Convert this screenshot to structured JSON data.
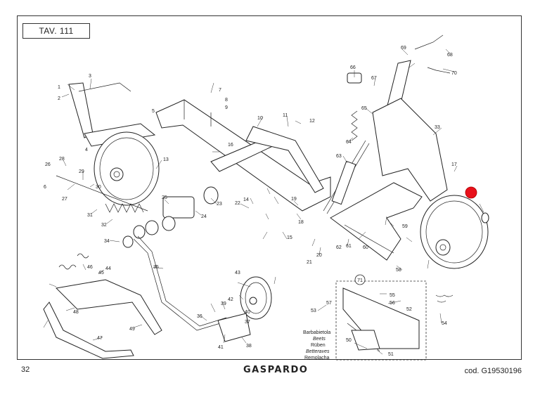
{
  "header": {
    "table_label": "TAV. 111"
  },
  "footer": {
    "page_number": "32",
    "brand": "GASPARDO",
    "code": "cod.  G19530196"
  },
  "callouts": [
    "1",
    "2",
    "3",
    "4",
    "5",
    "6",
    "7",
    "8",
    "9",
    "10",
    "11",
    "12",
    "13",
    "16",
    "17",
    "19",
    "20",
    "21",
    "22",
    "23",
    "24",
    "25",
    "26",
    "27",
    "28",
    "29",
    "30",
    "31",
    "32",
    "33",
    "34",
    "35",
    "36",
    "37",
    "38",
    "39",
    "40",
    "41",
    "42",
    "43",
    "44",
    "45",
    "46",
    "47",
    "48",
    "49",
    "50",
    "51",
    "52",
    "53",
    "54",
    "55",
    "56",
    "57",
    "58",
    "59",
    "60",
    "61",
    "62",
    "63",
    "64",
    "65",
    "66",
    "67",
    "68",
    "69",
    "70",
    "71",
    "14",
    "15",
    "18"
  ],
  "legend_box": {
    "group_number": "71",
    "languages": [
      "Barbabietola",
      "Beets",
      "Rüben",
      "Betteraves",
      "Remolacha"
    ]
  },
  "highlight": {
    "color": "#e8101a",
    "description": "selected-part-marker"
  }
}
